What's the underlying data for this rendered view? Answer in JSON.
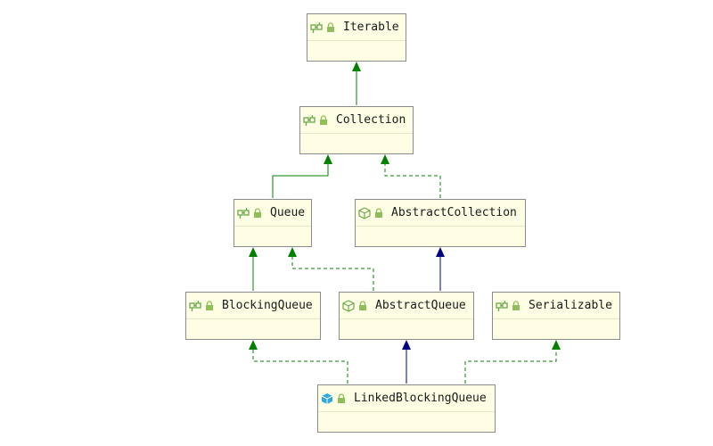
{
  "diagram": {
    "colors": {
      "interface_edge": "#008000",
      "class_edge": "#000080",
      "node_fill": "#fefee4",
      "node_border": "#8c8c8c",
      "interface_icon": "#6aa84f",
      "class_icon": "#6aa84f",
      "concrete_icon": "#2fa8e0",
      "lock_icon": "#8fbf5a"
    },
    "nodes": {
      "iterable": {
        "label": "Iterable",
        "kind": "interface",
        "icon": "interface-icon"
      },
      "collection": {
        "label": "Collection",
        "kind": "interface",
        "icon": "interface-icon"
      },
      "queue": {
        "label": "Queue",
        "kind": "interface",
        "icon": "interface-icon"
      },
      "abstract_collection": {
        "label": "AbstractCollection",
        "kind": "abstract-class",
        "icon": "abstract-class-icon"
      },
      "blocking_queue": {
        "label": "BlockingQueue",
        "kind": "interface",
        "icon": "interface-icon"
      },
      "abstract_queue": {
        "label": "AbstractQueue",
        "kind": "abstract-class",
        "icon": "abstract-class-icon"
      },
      "serializable": {
        "label": "Serializable",
        "kind": "interface",
        "icon": "interface-icon"
      },
      "linked_blocking_queue": {
        "label": "LinkedBlockingQueue",
        "kind": "class",
        "icon": "class-icon"
      }
    },
    "edges": [
      {
        "from": "Collection",
        "to": "Iterable",
        "type": "extends"
      },
      {
        "from": "Queue",
        "to": "Collection",
        "type": "extends"
      },
      {
        "from": "AbstractCollection",
        "to": "Collection",
        "type": "implements"
      },
      {
        "from": "BlockingQueue",
        "to": "Queue",
        "type": "extends"
      },
      {
        "from": "AbstractQueue",
        "to": "Queue",
        "type": "implements"
      },
      {
        "from": "AbstractQueue",
        "to": "AbstractCollection",
        "type": "class-extends"
      },
      {
        "from": "LinkedBlockingQueue",
        "to": "BlockingQueue",
        "type": "implements"
      },
      {
        "from": "LinkedBlockingQueue",
        "to": "AbstractQueue",
        "type": "class-extends"
      },
      {
        "from": "LinkedBlockingQueue",
        "to": "Serializable",
        "type": "implements"
      }
    ]
  }
}
